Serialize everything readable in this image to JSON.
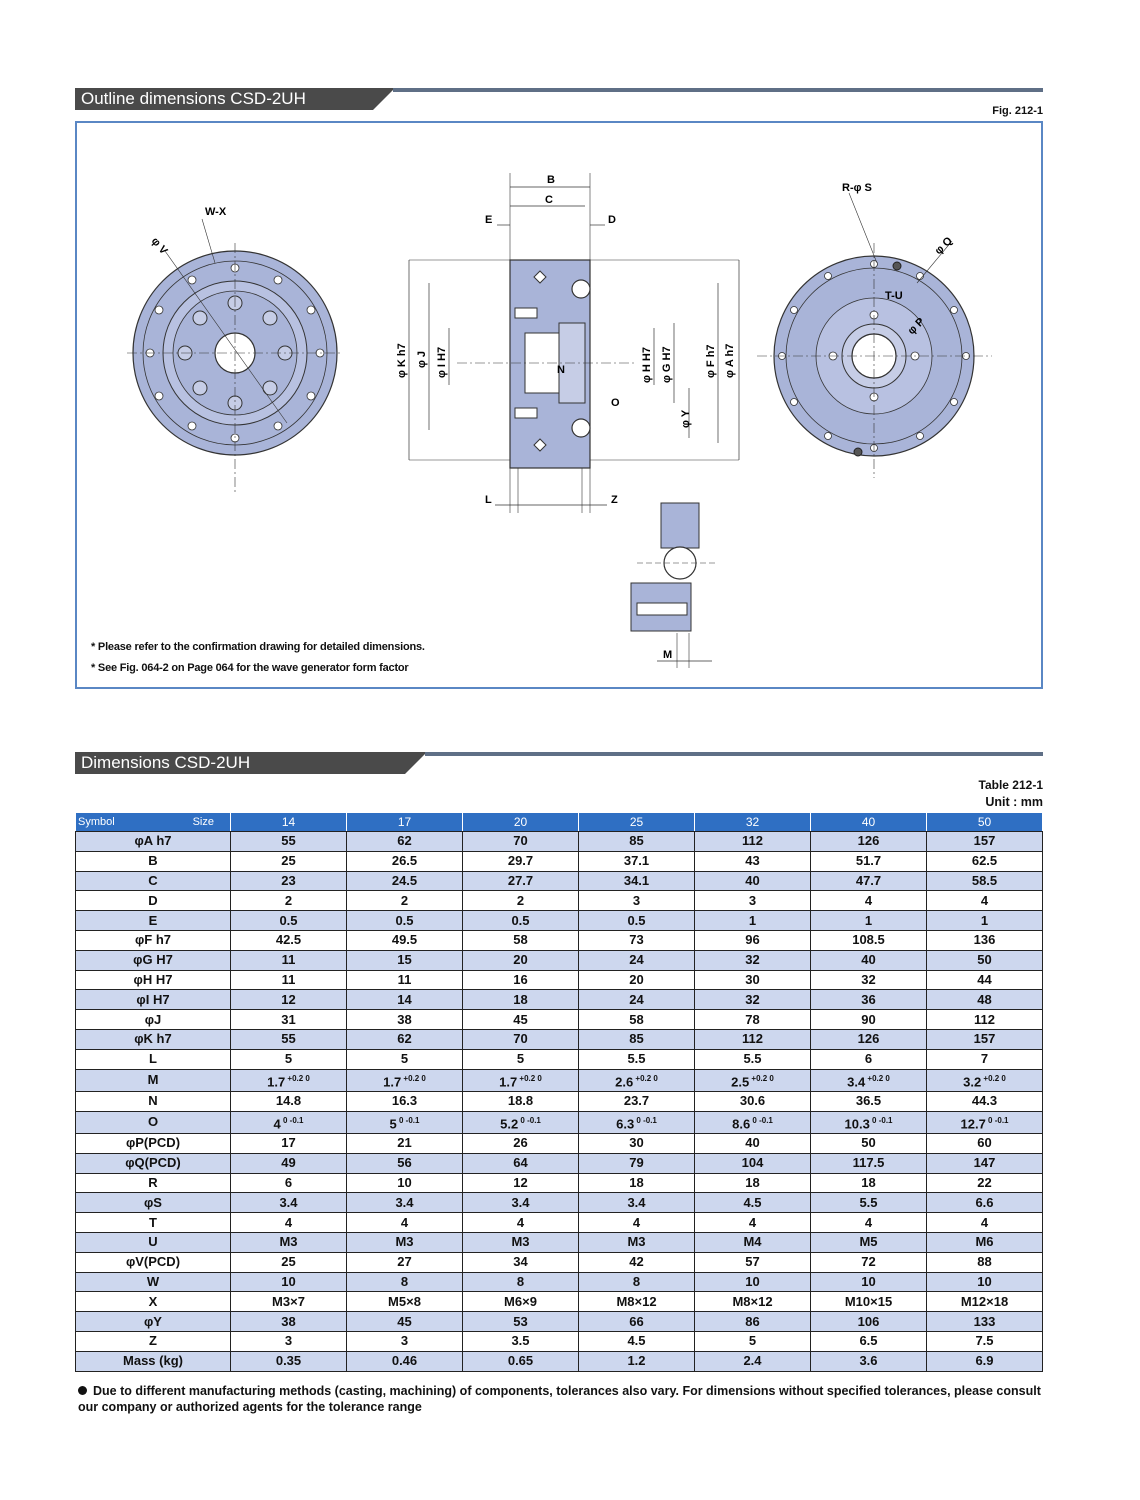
{
  "outline": {
    "title": "Outline dimensions CSD-2UH",
    "fig_label": "Fig. 212-1",
    "notes": [
      "* Please refer to the confirmation drawing for detailed dimensions.",
      "* See Fig. 064-2 on Page 064 for the wave generator form factor"
    ],
    "labels": {
      "wx": "W-X",
      "v": "φ V",
      "b": "B",
      "c": "C",
      "e": "E",
      "d": "D",
      "k": "φ K h7",
      "j": "φ J",
      "i": "φ I H7",
      "n": "N",
      "h": "φ H H7",
      "g": "φ G H7",
      "f": "φ F h7",
      "a": "φ A h7",
      "y": "φ Y",
      "o": "O",
      "l": "L",
      "z": "Z",
      "rs": "R-φ S",
      "q": "φ Q",
      "tu": "T-U",
      "p": "φ P",
      "m": "M"
    }
  },
  "dimensions": {
    "title": "Dimensions CSD-2UH",
    "table_label": "Table 212-1",
    "unit_label": "Unit : mm",
    "header_symbol": "Symbol",
    "header_size": "Size",
    "sizes": [
      "14",
      "17",
      "20",
      "25",
      "32",
      "40",
      "50"
    ],
    "rows": [
      {
        "symbol": "φA h7",
        "values": [
          "55",
          "62",
          "70",
          "85",
          "112",
          "126",
          "157"
        ]
      },
      {
        "symbol": "B",
        "values": [
          "25",
          "26.5",
          "29.7",
          "37.1",
          "43",
          "51.7",
          "62.5"
        ]
      },
      {
        "symbol": "C",
        "values": [
          "23",
          "24.5",
          "27.7",
          "34.1",
          "40",
          "47.7",
          "58.5"
        ]
      },
      {
        "symbol": "D",
        "values": [
          "2",
          "2",
          "2",
          "3",
          "3",
          "4",
          "4"
        ]
      },
      {
        "symbol": "E",
        "values": [
          "0.5",
          "0.5",
          "0.5",
          "0.5",
          "1",
          "1",
          "1"
        ]
      },
      {
        "symbol": "φF h7",
        "values": [
          "42.5",
          "49.5",
          "58",
          "73",
          "96",
          "108.5",
          "136"
        ]
      },
      {
        "symbol": "φG H7",
        "values": [
          "11",
          "15",
          "20",
          "24",
          "32",
          "40",
          "50"
        ]
      },
      {
        "symbol": "φH H7",
        "values": [
          "11",
          "11",
          "16",
          "20",
          "30",
          "32",
          "44"
        ]
      },
      {
        "symbol": "φI H7",
        "values": [
          "12",
          "14",
          "18",
          "24",
          "32",
          "36",
          "48"
        ]
      },
      {
        "symbol": "φJ",
        "values": [
          "31",
          "38",
          "45",
          "58",
          "78",
          "90",
          "112"
        ]
      },
      {
        "symbol": "φK h7",
        "values": [
          "55",
          "62",
          "70",
          "85",
          "112",
          "126",
          "157"
        ]
      },
      {
        "symbol": "L",
        "values": [
          "5",
          "5",
          "5",
          "5.5",
          "5.5",
          "6",
          "7"
        ]
      },
      {
        "symbol": "M",
        "values": [
          "1.7",
          "1.7",
          "1.7",
          "2.6",
          "2.5",
          "3.4",
          "3.2"
        ],
        "tolerance": "+0.2 0"
      },
      {
        "symbol": "N",
        "values": [
          "14.8",
          "16.3",
          "18.8",
          "23.7",
          "30.6",
          "36.5",
          "44.3"
        ]
      },
      {
        "symbol": "O",
        "values": [
          "4",
          "5",
          "5.2",
          "6.3",
          "8.6",
          "10.3",
          "12.7"
        ],
        "tolerance": "0 -0.1"
      },
      {
        "symbol": "φP(PCD)",
        "values": [
          "17",
          "21",
          "26",
          "30",
          "40",
          "50",
          "60"
        ]
      },
      {
        "symbol": "φQ(PCD)",
        "values": [
          "49",
          "56",
          "64",
          "79",
          "104",
          "117.5",
          "147"
        ]
      },
      {
        "symbol": "R",
        "values": [
          "6",
          "10",
          "12",
          "18",
          "18",
          "18",
          "22"
        ]
      },
      {
        "symbol": "φS",
        "values": [
          "3.4",
          "3.4",
          "3.4",
          "3.4",
          "4.5",
          "5.5",
          "6.6"
        ]
      },
      {
        "symbol": "T",
        "values": [
          "4",
          "4",
          "4",
          "4",
          "4",
          "4",
          "4"
        ]
      },
      {
        "symbol": "U",
        "values": [
          "M3",
          "M3",
          "M3",
          "M3",
          "M4",
          "M5",
          "M6"
        ]
      },
      {
        "symbol": "φV(PCD)",
        "values": [
          "25",
          "27",
          "34",
          "42",
          "57",
          "72",
          "88"
        ]
      },
      {
        "symbol": "W",
        "values": [
          "10",
          "8",
          "8",
          "8",
          "10",
          "10",
          "10"
        ]
      },
      {
        "symbol": "X",
        "values": [
          "M3×7",
          "M5×8",
          "M6×9",
          "M8×12",
          "M8×12",
          "M10×15",
          "M12×18"
        ]
      },
      {
        "symbol": "φY",
        "values": [
          "38",
          "45",
          "53",
          "66",
          "86",
          "106",
          "133"
        ]
      },
      {
        "symbol": "Z",
        "values": [
          "3",
          "3",
          "3.5",
          "4.5",
          "5",
          "6.5",
          "7.5"
        ]
      },
      {
        "symbol": "Mass (kg)",
        "values": [
          "0.35",
          "0.46",
          "0.65",
          "1.2",
          "2.4",
          "3.6",
          "6.9"
        ]
      }
    ],
    "footnote": "Due to different manufacturing methods (casting, machining) of components, tolerances also vary. For dimensions without specified tolerances, please consult our company or authorized agents for the tolerance range"
  }
}
